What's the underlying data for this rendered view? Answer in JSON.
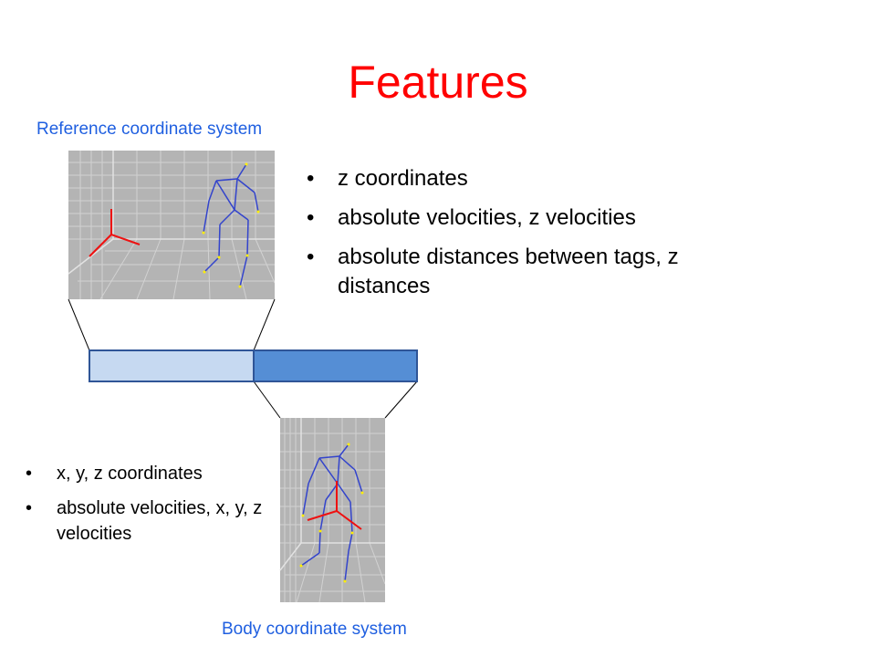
{
  "slide": {
    "title": "Features",
    "reference_caption": "Reference coordinate system",
    "body_caption": "Body coordinate system",
    "reference_features": [
      "z coordinates",
      "absolute velocities, z velocities",
      "absolute distances between tags, z distances"
    ],
    "body_features": [
      "x, y, z coordinates",
      "absolute velocities, x, y, z velocities"
    ]
  },
  "colors": {
    "title": "#ff0000",
    "caption": "#1f5fe0",
    "vector_left": "#c6d9f1",
    "vector_right": "#558ed5",
    "vector_border": "#2f5597",
    "skeleton": "#3344cc",
    "axes": "#ee1111",
    "marker": "#ffee00",
    "panel_bg": "#b4b4b4"
  },
  "icons": [
    "skeleton-figure-icon",
    "coordinate-axes-icon"
  ]
}
